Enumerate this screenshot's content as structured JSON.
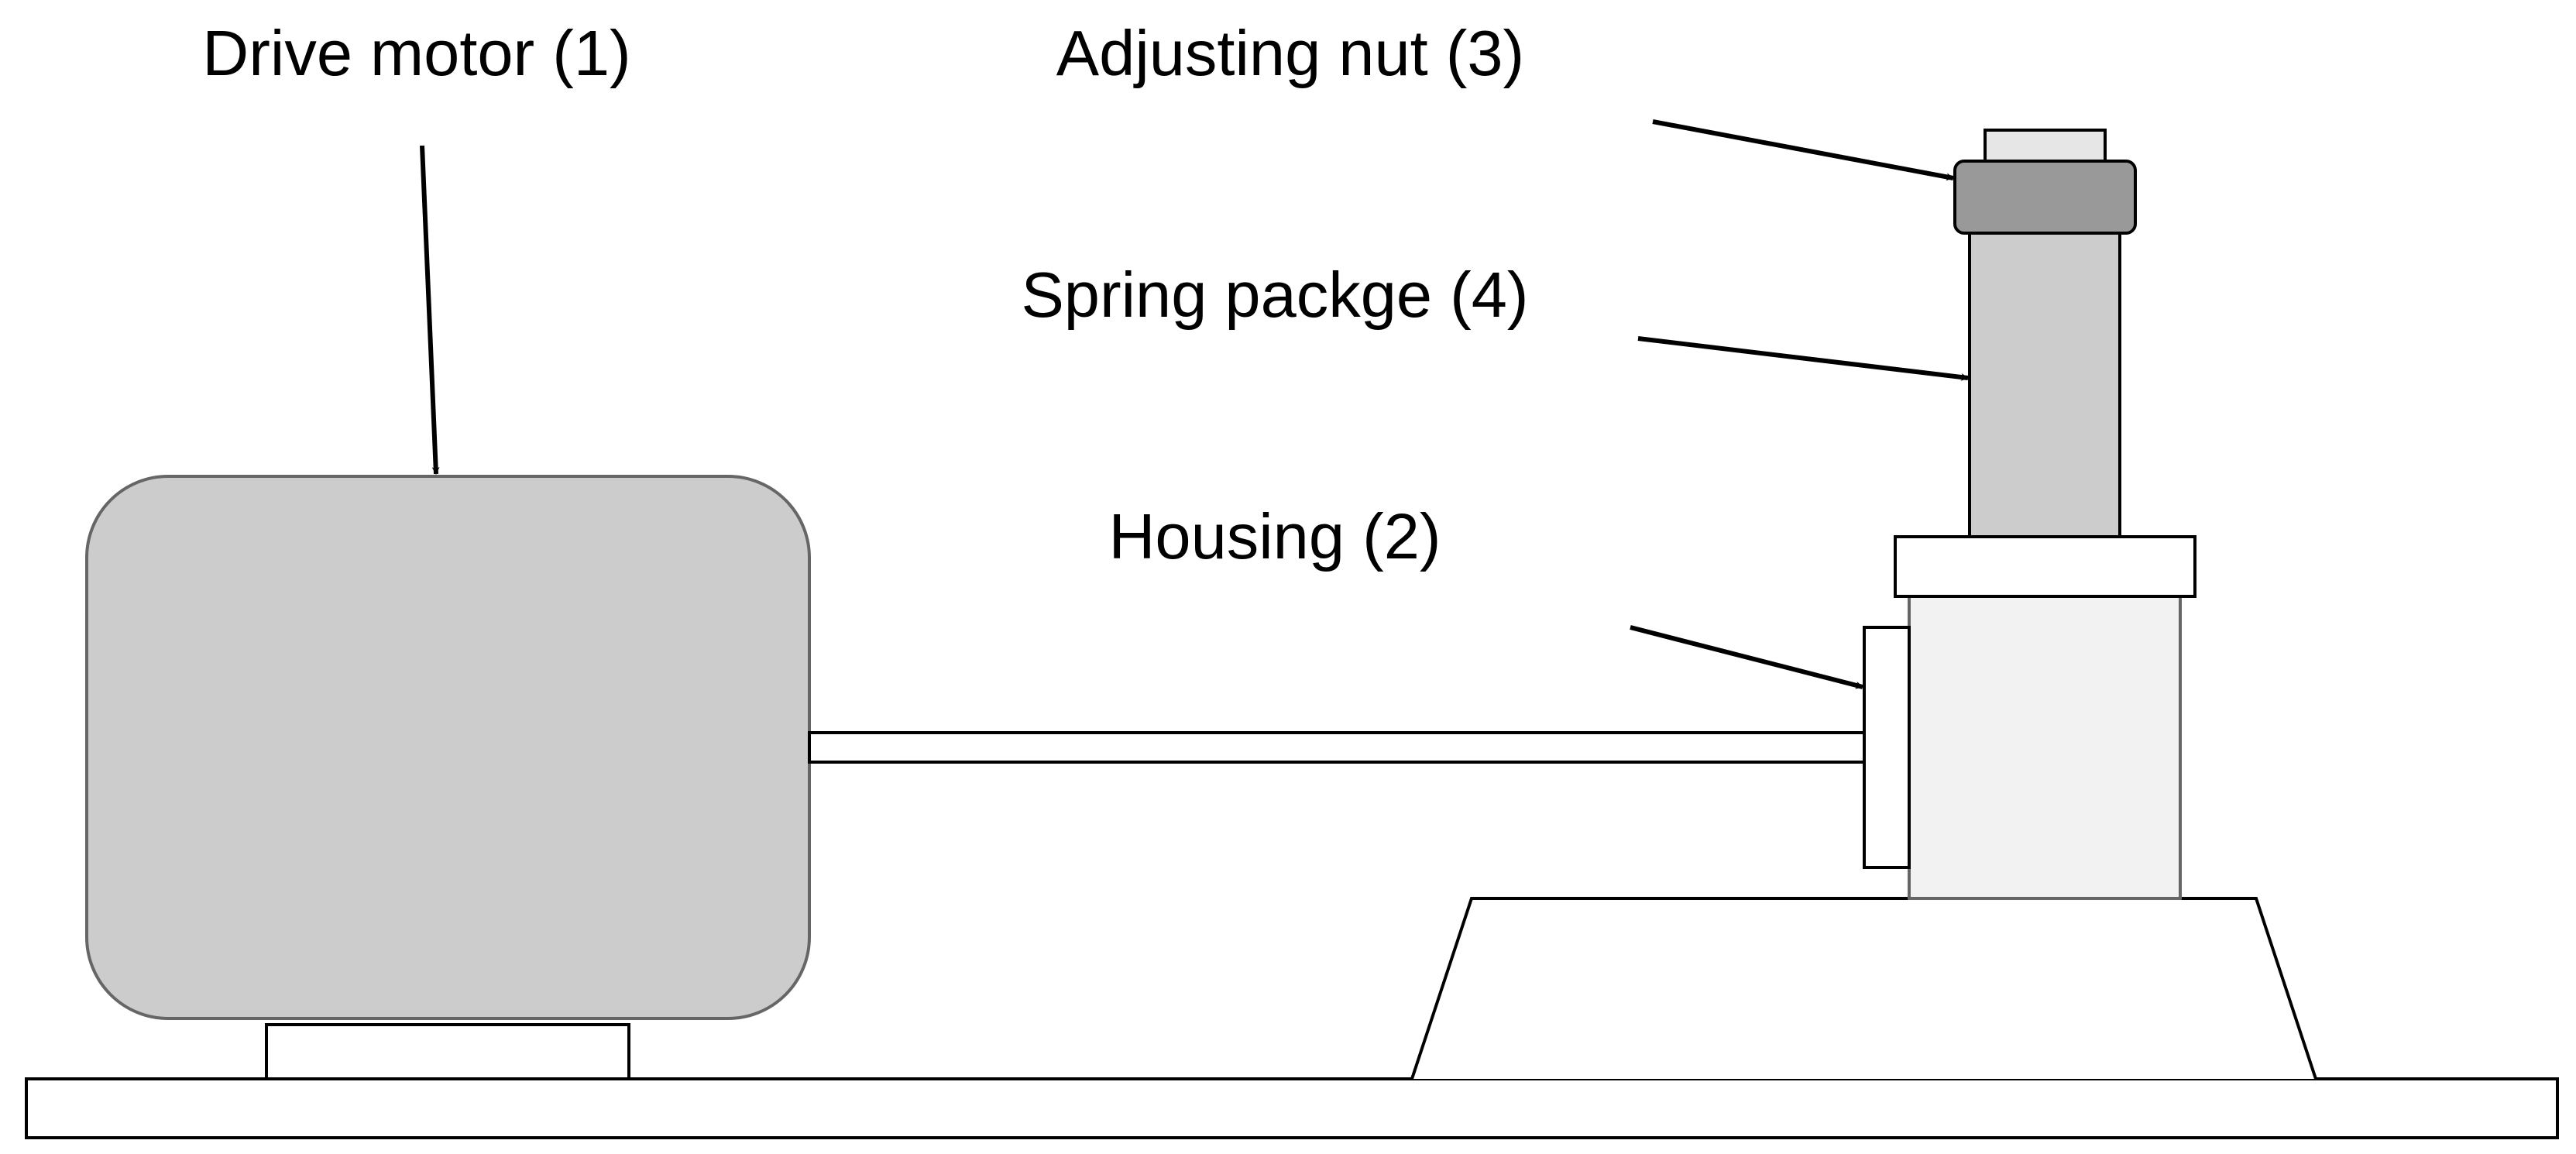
{
  "labels": {
    "drive_motor": "Drive motor (1)",
    "housing": "Housing (2)",
    "adjusting_nut": "Adjusting nut (3)",
    "spring_package": "Spring packge (4)"
  },
  "colors": {
    "outline": "#000000",
    "motor_body": "#cccccc",
    "motor_stroke": "#666666",
    "housing_fill": "#f2f2f2",
    "spring_package": "#cccccc",
    "adjusting_nut": "#999999",
    "nut_cap": "#e6e6e6",
    "background": "#ffffff"
  }
}
